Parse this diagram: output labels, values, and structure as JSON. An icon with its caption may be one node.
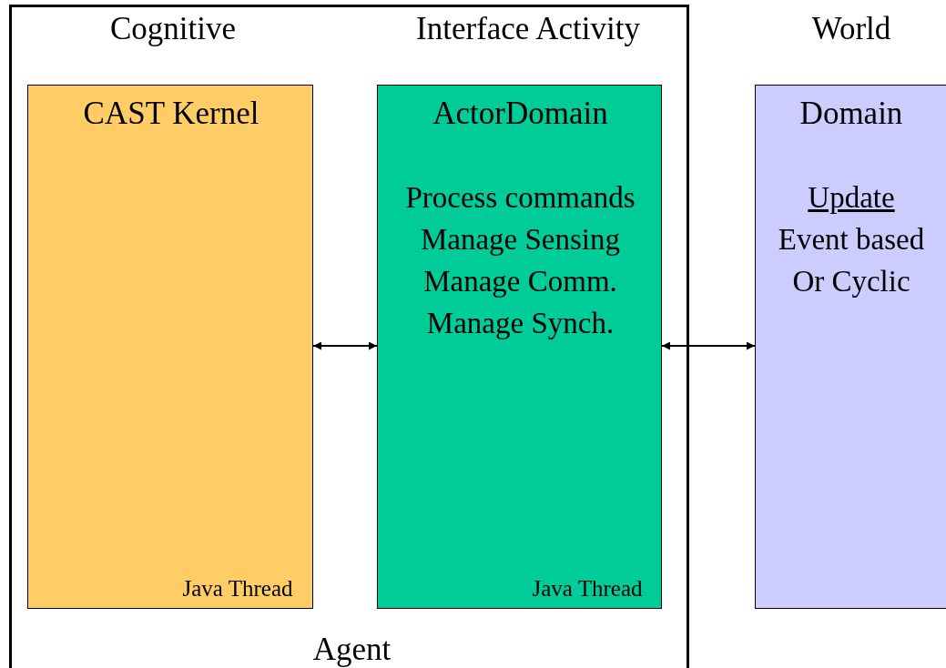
{
  "diagram": {
    "nodes": [
      {
        "text": [
          "Agent"
        ]
      },
      {
        "text": [
          "CAST Kernel",
          "Java Thread"
        ],
        "in": 0
      },
      {
        "text": [
          "ActorDomain",
          "Process commands Manage Sensing Manage Comm. Manage Synch.",
          "Java Thread"
        ],
        "in": 0
      },
      {
        "text": [
          "Domain",
          "Update",
          "Event based Or Cyclic"
        ]
      }
    ],
    "edges": [
      {
        "from": 1,
        "to": 2,
        "arrow": "both"
      },
      {
        "from": 2,
        "to": 3,
        "arrow": "both"
      }
    ],
    "labels": [
      "Cognitive",
      "Interface Activity",
      "World"
    ]
  }
}
